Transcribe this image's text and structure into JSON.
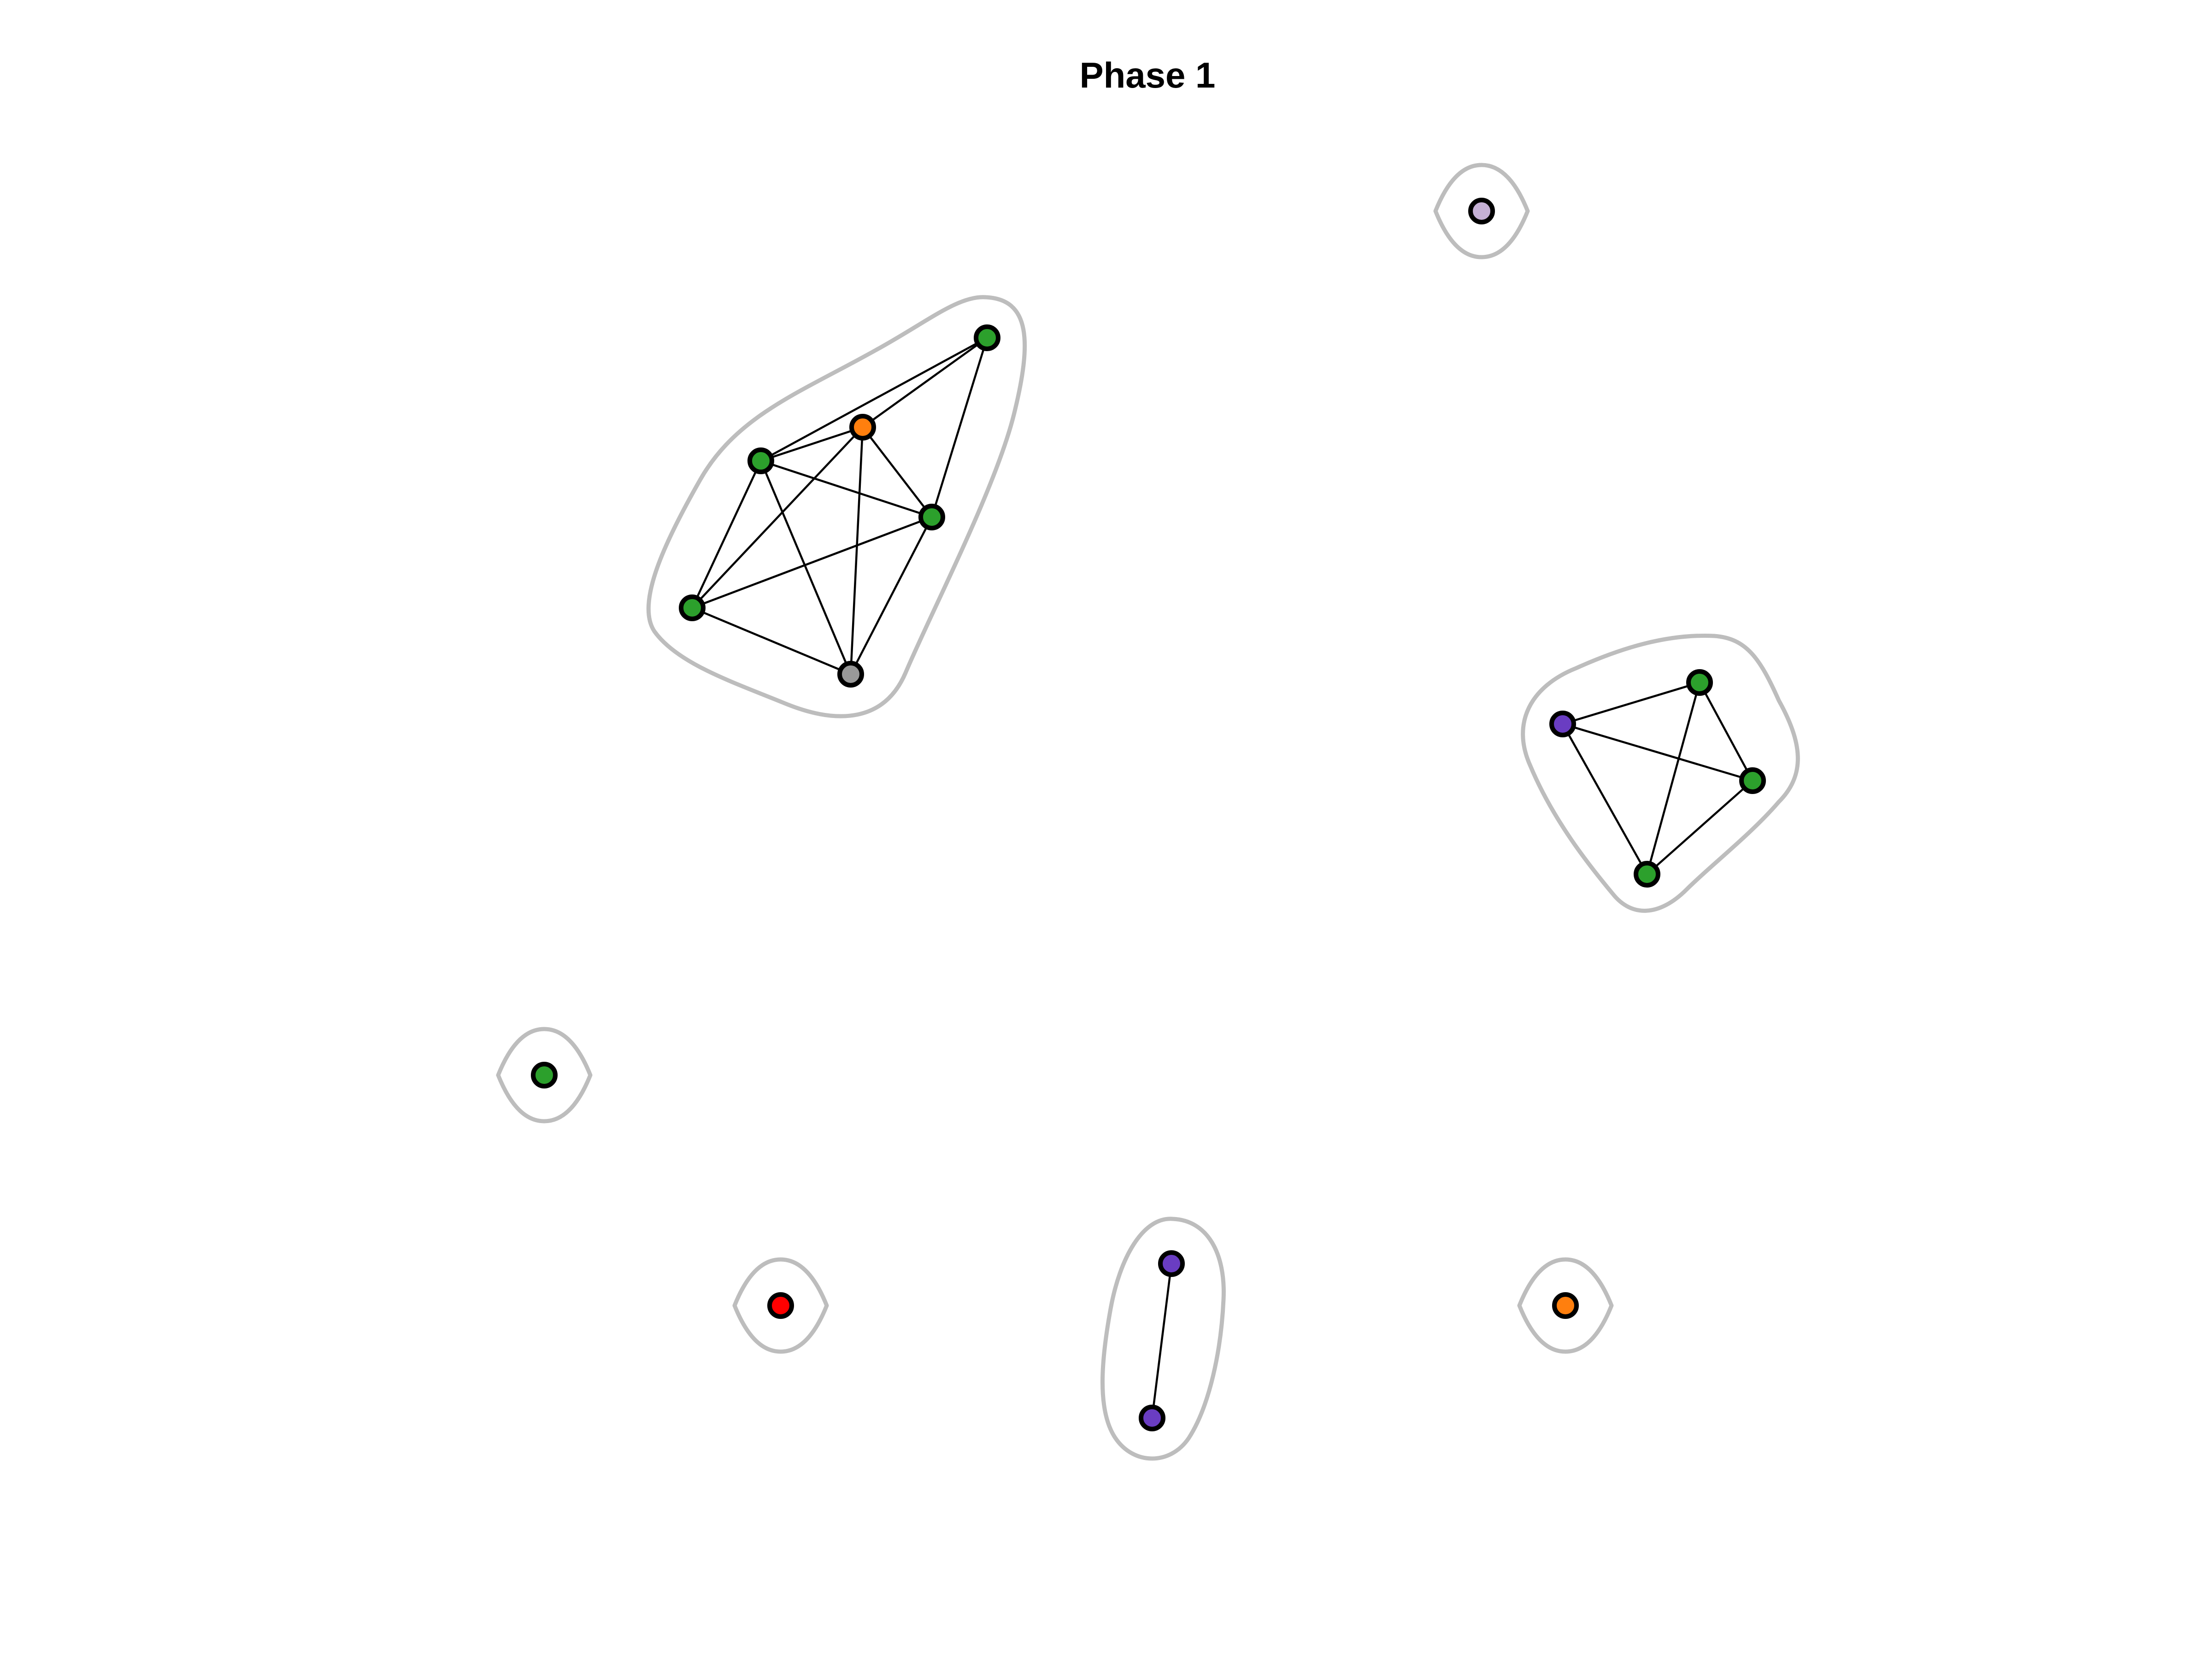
{
  "title": "Phase 1",
  "palette": {
    "green": "#2ca02c",
    "orange": "#ff7f0e",
    "grey": "#999999",
    "purple": "#6a3dc2",
    "lavender": "#c5b0d5",
    "red": "#ff0000",
    "hull": "#bdbdbd"
  },
  "groups": [
    {
      "id": "group-1",
      "nodes": [
        {
          "id": "n1",
          "color": "green"
        },
        {
          "id": "n2",
          "color": "orange"
        },
        {
          "id": "n3",
          "color": "green"
        },
        {
          "id": "n4",
          "color": "green"
        },
        {
          "id": "n5",
          "color": "green"
        },
        {
          "id": "n6",
          "color": "grey"
        }
      ],
      "edges": [
        [
          "n1",
          "n2"
        ],
        [
          "n1",
          "n3"
        ],
        [
          "n1",
          "n4"
        ],
        [
          "n2",
          "n3"
        ],
        [
          "n2",
          "n4"
        ],
        [
          "n2",
          "n5"
        ],
        [
          "n2",
          "n6"
        ],
        [
          "n3",
          "n4"
        ],
        [
          "n3",
          "n5"
        ],
        [
          "n3",
          "n6"
        ],
        [
          "n4",
          "n5"
        ],
        [
          "n4",
          "n6"
        ],
        [
          "n5",
          "n6"
        ]
      ]
    },
    {
      "id": "group-2",
      "nodes": [
        {
          "id": "n7",
          "color": "lavender"
        }
      ],
      "edges": []
    },
    {
      "id": "group-3",
      "nodes": [
        {
          "id": "n8",
          "color": "green"
        },
        {
          "id": "n9",
          "color": "purple"
        },
        {
          "id": "n10",
          "color": "green"
        },
        {
          "id": "n11",
          "color": "green"
        }
      ],
      "edges": [
        [
          "n8",
          "n9"
        ],
        [
          "n8",
          "n10"
        ],
        [
          "n8",
          "n11"
        ],
        [
          "n9",
          "n10"
        ],
        [
          "n9",
          "n11"
        ],
        [
          "n10",
          "n11"
        ]
      ]
    },
    {
      "id": "group-4",
      "nodes": [
        {
          "id": "n12",
          "color": "green"
        }
      ],
      "edges": []
    },
    {
      "id": "group-5",
      "nodes": [
        {
          "id": "n13",
          "color": "red"
        }
      ],
      "edges": []
    },
    {
      "id": "group-6",
      "nodes": [
        {
          "id": "n14",
          "color": "purple"
        },
        {
          "id": "n15",
          "color": "purple"
        }
      ],
      "edges": [
        [
          "n14",
          "n15"
        ]
      ]
    },
    {
      "id": "group-7",
      "nodes": [
        {
          "id": "n16",
          "color": "orange"
        }
      ],
      "edges": []
    }
  ]
}
